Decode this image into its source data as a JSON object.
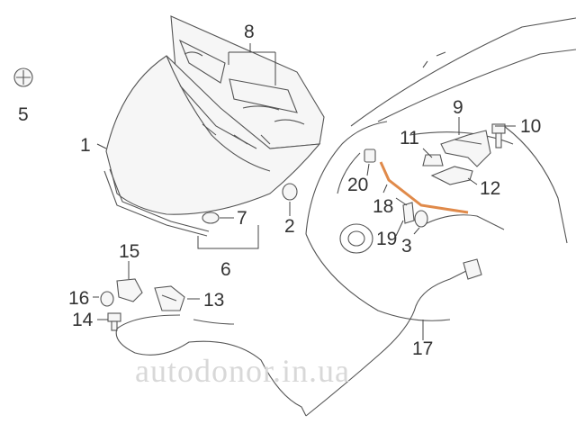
{
  "colors": {
    "highlight": "#e08a4a",
    "line": "#555555",
    "watermark": "#d8d8d8"
  },
  "callouts": {
    "c1": "1",
    "c2": "2",
    "c3": "3",
    "c5": "5",
    "c6": "6",
    "c7": "7",
    "c8": "8",
    "c9": "9",
    "c10": "10",
    "c11": "11",
    "c12": "12",
    "c13": "13",
    "c14": "14",
    "c15": "15",
    "c16": "16",
    "c17": "17",
    "c18": "18",
    "c19": "19",
    "c20": "20"
  },
  "watermark": "autodonor.in.ua"
}
